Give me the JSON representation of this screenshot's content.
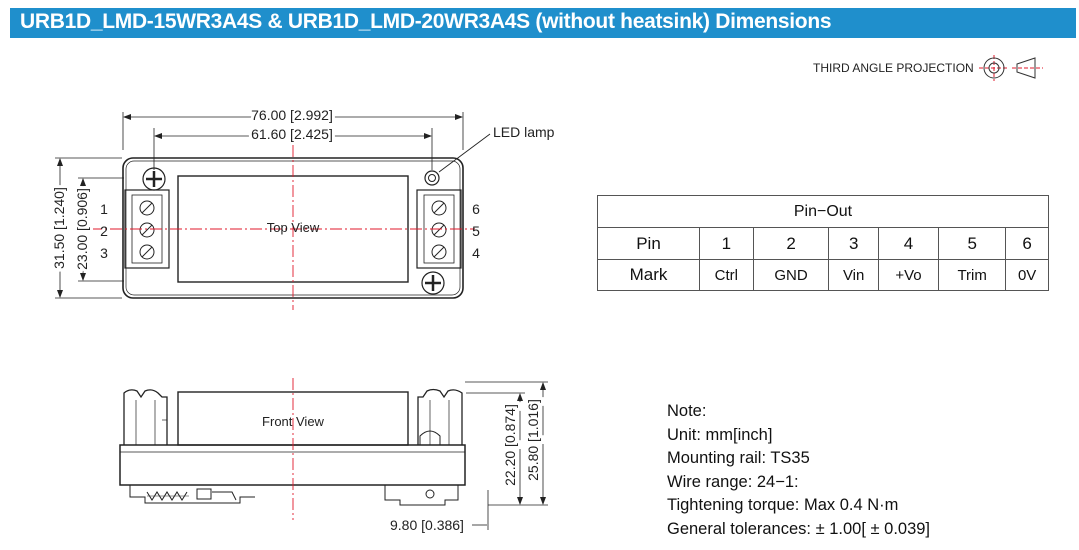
{
  "title": "URB1D_LMD-15WR3A4S & URB1D_LMD-20WR3A4S (without heatsink) Dimensions",
  "projection_label": "THIRD ANGLE PROJECTION",
  "top_view": {
    "view_label": "Top View",
    "led_label": "LED lamp",
    "dim_overall_width": "76.00 [2.992]",
    "dim_hole_spacing": "61.60 [2.425]",
    "dim_overall_height": "31.50 [1.240]",
    "dim_terminal_height": "23.00 [0.906]",
    "left_pins": [
      "1",
      "2",
      "3"
    ],
    "right_pins": [
      "6",
      "5",
      "4"
    ]
  },
  "front_view": {
    "view_label": "Front View",
    "dim_body_height": "22.20 [0.874]",
    "dim_total_height": "25.80 [1.016]",
    "dim_rail_offset": "9.80 [0.386]"
  },
  "pin_out": {
    "title": "Pin−Out",
    "row1_label": "Pin",
    "row2_label": "Mark",
    "pins": [
      "1",
      "2",
      "3",
      "4",
      "5",
      "6"
    ],
    "marks": [
      "Ctrl",
      "GND",
      "Vin",
      "+Vo",
      "Trim",
      "0V"
    ]
  },
  "notes": {
    "heading": "Note:",
    "lines": [
      "Unit: mm[inch]",
      "Mounting rail: TS35",
      "Wire range: 24−1:",
      "Tightening torque: Max 0.4 N·m",
      "General tolerances: ± 1.00[ ± 0.039]"
    ]
  },
  "colors": {
    "title_bar": "#1f8fcc",
    "title_text": "#ffffff",
    "centerline": "#e0192b",
    "line": "#222222"
  }
}
